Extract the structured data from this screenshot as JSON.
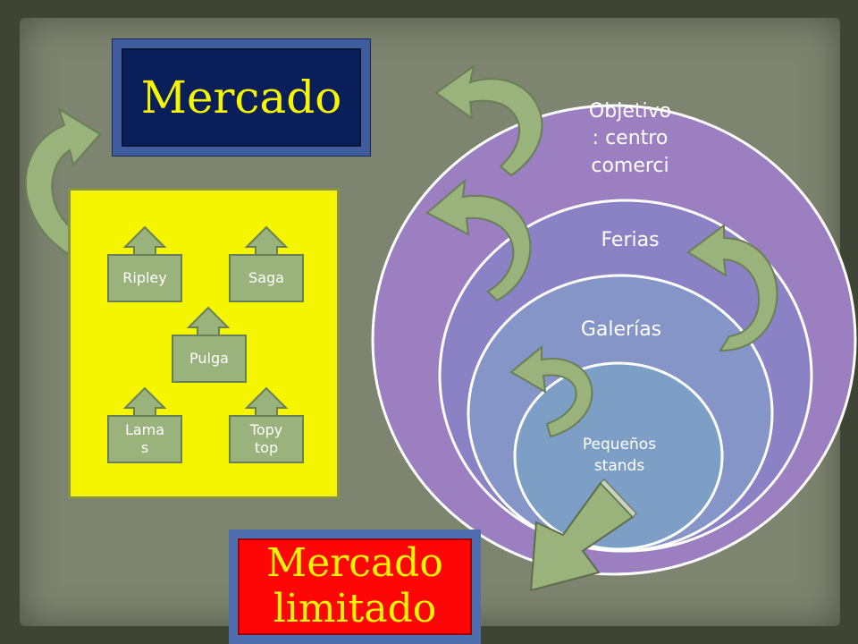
{
  "top_box": {
    "label": "Mercado"
  },
  "bottom_box": {
    "label_line1": "Mercado",
    "label_line2": "limitado"
  },
  "stores": [
    "Ripley",
    "Saga",
    "Pulga",
    "Lama s",
    "Topy top"
  ],
  "rings": {
    "outer": {
      "line1": "Objetivo",
      "line2": ": centro",
      "line3": "comerci"
    },
    "second": "Ferias",
    "third": "Galerías",
    "inner_line1": "Pequeños",
    "inner_line2": "stands"
  },
  "colors": {
    "board_bg": "#7d8470",
    "yellow_panel": "#f5f500",
    "mercado_box": "#0a1f5a",
    "limitado_box": "#ff0606",
    "title_text": "#f6f600",
    "ring_outer": "#9b7fc1",
    "ring_mid": "#8a82c4",
    "ring_third": "#8595c7",
    "ring_inner": "#7d9fc6",
    "arrow_fill": "#9ab27c"
  }
}
